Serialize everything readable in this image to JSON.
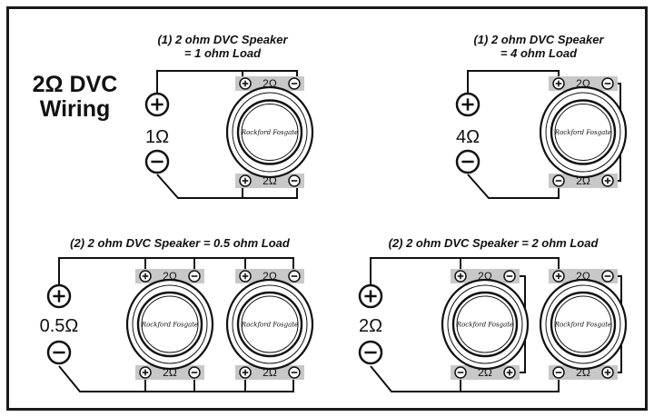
{
  "title_line1": "2Ω DVC",
  "title_line2": "Wiring",
  "diagrams": [
    {
      "caption_line1": "(1) 2 ohm DVC Speaker",
      "caption_line2": "= 1 ohm Load",
      "load": "1Ω"
    },
    {
      "caption_line1": "(1) 2 ohm DVC Speaker",
      "caption_line2": "= 4 ohm Load",
      "load": "4Ω"
    },
    {
      "caption_line1": "(2) 2 ohm DVC Speaker = 0.5 ohm Load",
      "load": "0.5Ω"
    },
    {
      "caption_line1": "(2) 2 ohm DVC Speaker = 2 ohm Load",
      "load": "2Ω"
    }
  ],
  "coil_label": "2Ω",
  "brand": "Rockford Fosgate",
  "colors": {
    "line": "#111111",
    "terminal_strip": "#c8c8c8",
    "background": "#ffffff"
  },
  "icons": {
    "plus": "plus-circle-icon",
    "minus": "minus-circle-icon"
  }
}
